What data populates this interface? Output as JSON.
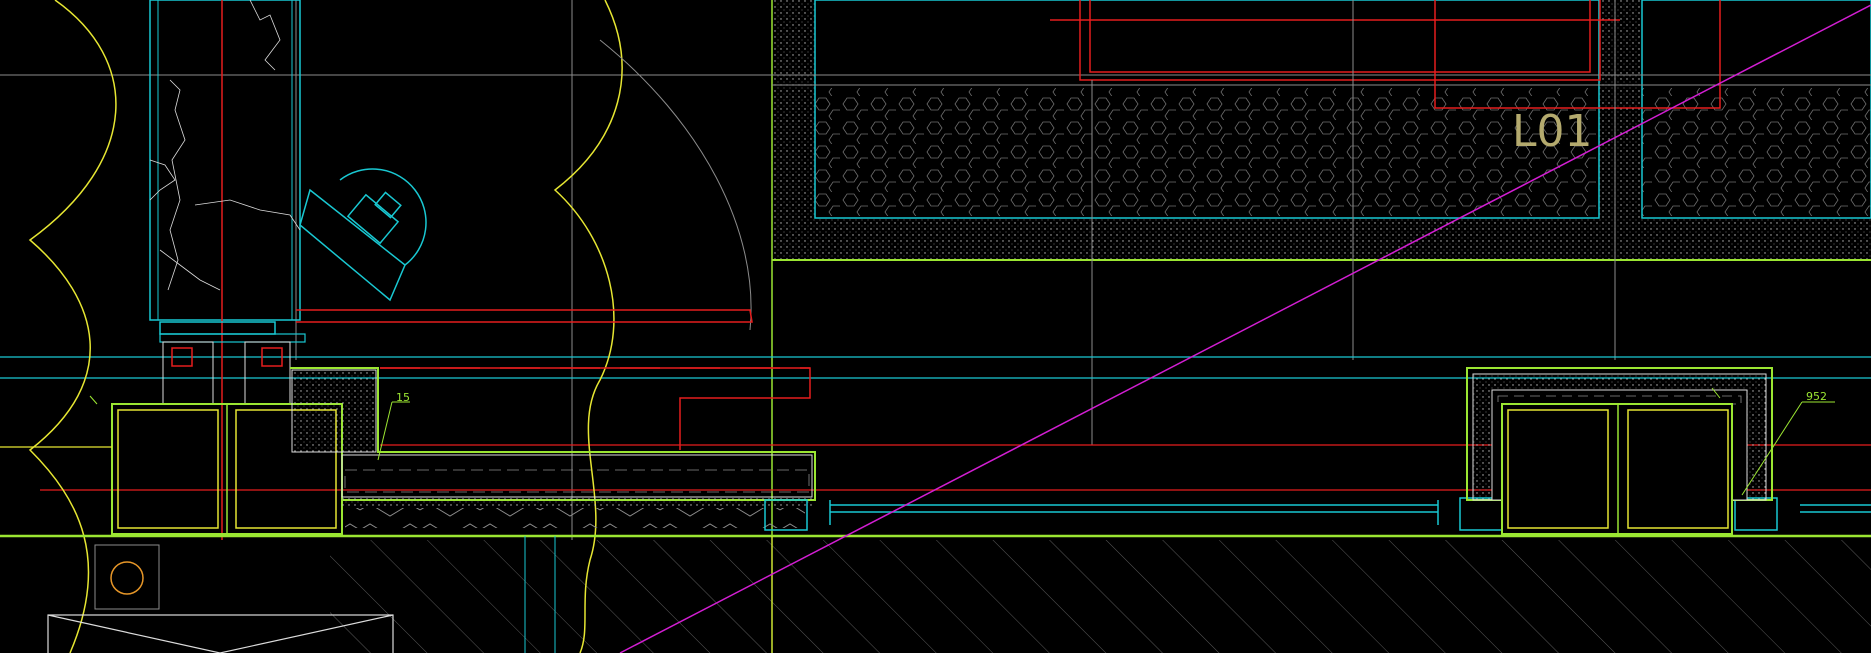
{
  "drawing": {
    "room_tag": "L01",
    "dimension_left": "15",
    "dimension_right": "952"
  },
  "colors": {
    "background": "#000000",
    "cyan": "#19c8d2",
    "yellow": "#e6e632",
    "lime": "#9be632",
    "red": "#e61e1e",
    "magenta": "#d21ed2",
    "grey": "#8c8c8c",
    "white": "#dcdcdc",
    "tan": "#b4aa6e",
    "orange": "#e69628"
  }
}
